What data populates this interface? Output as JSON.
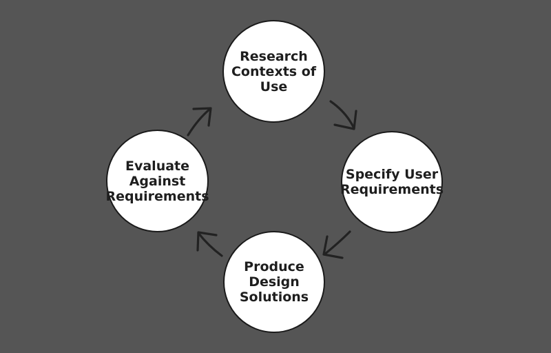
{
  "diagram": {
    "background_color": "#555555",
    "node_fill": "#ffffff",
    "node_stroke": "#1a1a1a",
    "arrow_color": "#222222",
    "nodes": [
      {
        "label": "Research Contexts of Use",
        "lines": [
          "Research",
          "Contexts of",
          "Use"
        ]
      },
      {
        "label": "Specify User Requirements",
        "lines": [
          "Specify User",
          "Requirements"
        ]
      },
      {
        "label": "Produce Design Solutions",
        "lines": [
          "Produce",
          "Design",
          "Solutions"
        ]
      },
      {
        "label": "Evaluate Against Requirements",
        "lines": [
          "Evaluate",
          "Against",
          "Requirements"
        ]
      }
    ],
    "flow": [
      {
        "from": "Research Contexts of Use",
        "to": "Specify User Requirements"
      },
      {
        "from": "Specify User Requirements",
        "to": "Produce Design Solutions"
      },
      {
        "from": "Produce Design Solutions",
        "to": "Evaluate Against Requirements"
      },
      {
        "from": "Evaluate Against Requirements",
        "to": "Research Contexts of Use"
      }
    ]
  }
}
